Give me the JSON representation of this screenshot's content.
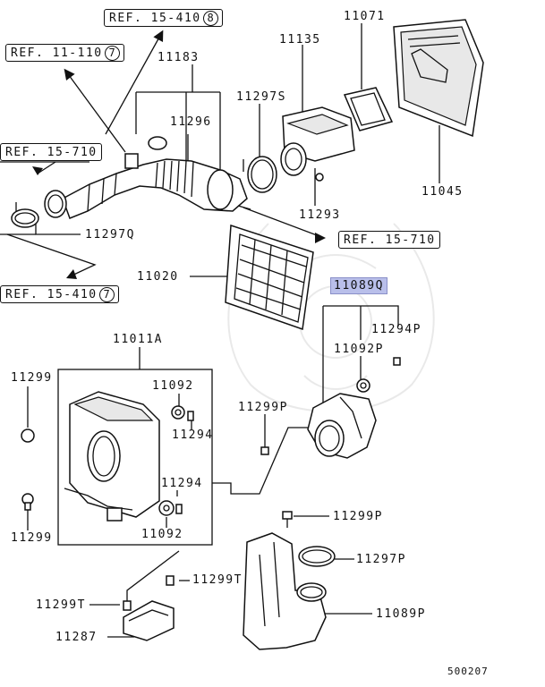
{
  "refs": {
    "r1": {
      "text": "REF. 15-410",
      "num": "8"
    },
    "r2": {
      "text": "REF. 11-110",
      "num": "7"
    },
    "r3": {
      "text": "REF. 15-710"
    },
    "r4": {
      "text": "REF. 15-710"
    },
    "r5": {
      "text": "REF. 15-410",
      "num": "7"
    }
  },
  "labels": {
    "p11071": "11071",
    "p11135": "11135",
    "p11183": "11183",
    "p11297s": "11297S",
    "p11296": "11296",
    "p11045": "11045",
    "p11293": "11293",
    "p11297q": "11297Q",
    "p11020": "11020",
    "p11089q": "11089Q",
    "p11294p": "11294P",
    "p11092p": "11092P",
    "p11011a": "11011A",
    "p11299_top": "11299",
    "p11092_top": "11092",
    "p11294_top": "11294",
    "p11299p_a": "11299P",
    "p11294_mid": "11294",
    "p11092_mid": "11092",
    "p11299_bot": "11299",
    "p11299p_b": "11299P",
    "p11297p": "11297P",
    "p11299t_a": "11299T",
    "p11299t_b": "11299T",
    "p11089p": "11089P",
    "p11287": "11287"
  },
  "diagram_code": "500207"
}
